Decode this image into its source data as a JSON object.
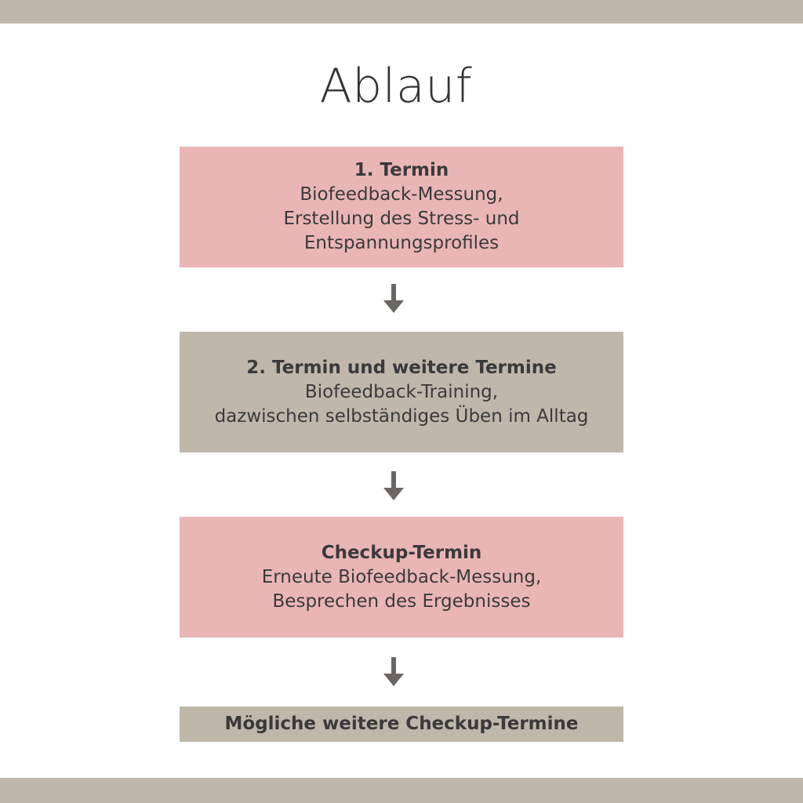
{
  "title": "Ablauf",
  "steps": [
    {
      "heading": "1. Termin",
      "lines": [
        "Biofeedback-Messung,",
        "Erstellung des Stress- und",
        "Entspannungsprofiles"
      ]
    },
    {
      "heading": "2. Termin und weitere Termine",
      "lines": [
        "Biofeedback-Training,",
        "dazwischen selbständiges Üben im Alltag"
      ]
    },
    {
      "heading": "Checkup-Termin",
      "lines": [
        "Erneute Biofeedback-Messung,",
        "Besprechen des Ergebnisses"
      ]
    },
    {
      "heading": "Mögliche weitere Checkup-Termine",
      "lines": []
    }
  ],
  "colors": {
    "pink": "#eab6b5",
    "beige": "#bfb7aa",
    "arrow": "#6b6563",
    "text": "#3a3a3a"
  },
  "icons": {
    "connector": "arrow-down-icon"
  }
}
